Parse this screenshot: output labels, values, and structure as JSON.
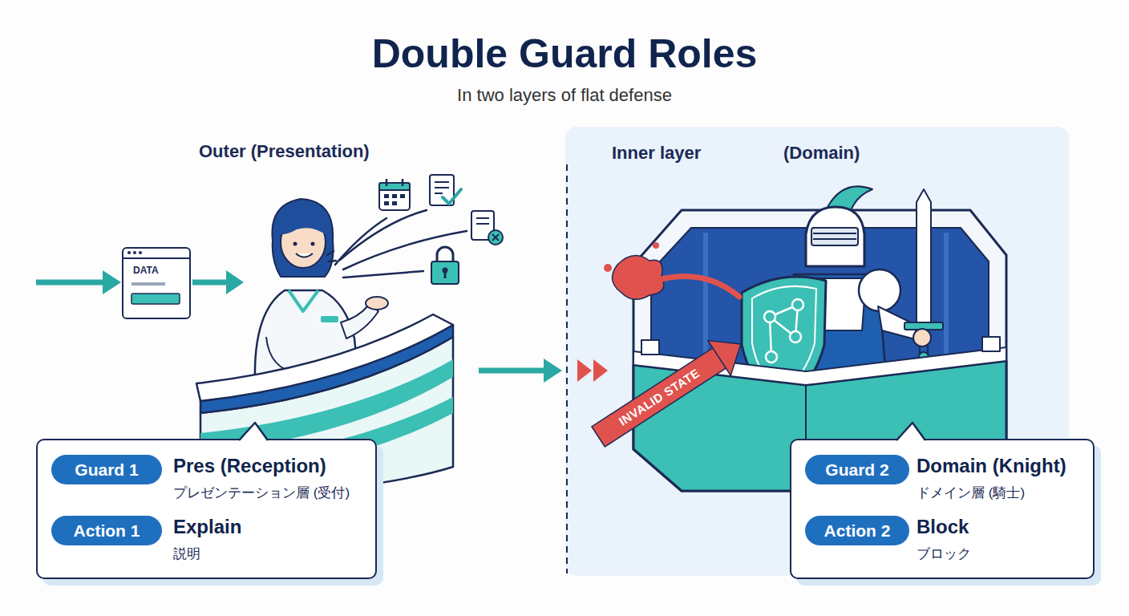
{
  "diagram": {
    "title": "Double Guard Roles",
    "nodes": [
      {
        "text": [
          "DATA"
        ]
      },
      {
        "text": [
          "Pres (Reception)",
          "プレゼンテーション層 (受付)",
          "Explain",
          "説明"
        ]
      },
      {
        "text": [
          "Guard 1"
        ],
        "in": 1
      },
      {
        "text": [
          "Action 1"
        ],
        "in": 1
      },
      {
        "text": [
          "Inner layer",
          "(Domain)"
        ]
      },
      {
        "text": [
          "Domain (Knight)",
          "ドメイン層 (騎士)",
          "Block",
          "ブロック"
        ],
        "in": 4
      },
      {
        "text": [
          "Guard 2"
        ],
        "in": 5
      },
      {
        "text": [
          "Action 2"
        ],
        "in": 5
      }
    ],
    "labels": [
      "In two layers of flat defense",
      "Outer (Presentation)",
      "INVALID STATE"
    ]
  }
}
